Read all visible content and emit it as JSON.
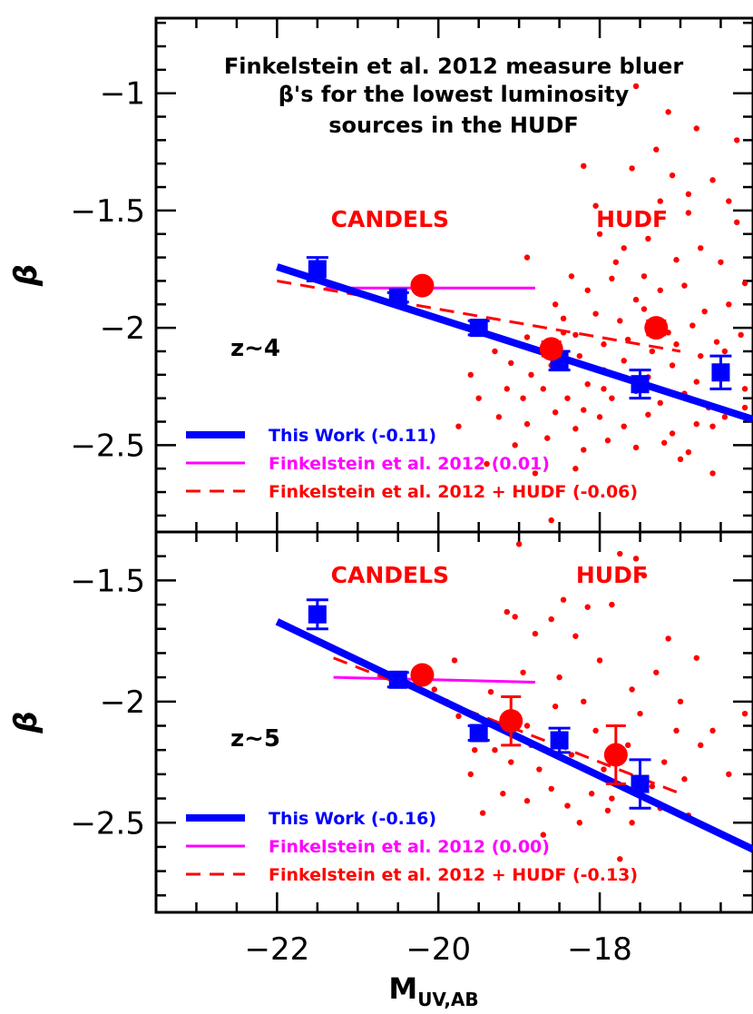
{
  "colors": {
    "this_work": "#0000ff",
    "finkelstein": "#ff00ff",
    "finkelstein_hudf": "#ff0000",
    "points": "#ff0000",
    "axes": "#000000"
  },
  "chart_data": {
    "type": "scatter",
    "shared_x": {
      "label": "M",
      "label_sub": "UV,AB",
      "xlim": [
        -23.5,
        -16.1
      ],
      "ticks": [
        -22,
        -20,
        -18
      ],
      "tick_labels": [
        "−22",
        "−20",
        "−18"
      ]
    },
    "panels": [
      {
        "id": "z4",
        "ylabel": "β",
        "ylim": [
          -2.87,
          -0.68
        ],
        "yticks": [
          -1,
          -1.5,
          -2,
          -2.5
        ],
        "ytick_labels": [
          "−1",
          "−1.5",
          "−2",
          "−2.5"
        ],
        "annotation_lines": [
          "Finkelstein et al. 2012 measure bluer",
          "β's for the lowest luminosity",
          "sources in the HUDF"
        ],
        "region_labels": [
          {
            "text": "CANDELS",
            "x": -20.6,
            "y": -1.57
          },
          {
            "text": "HUDF",
            "x": -17.6,
            "y": -1.57
          }
        ],
        "redshift_label": "z~4",
        "fits": [
          {
            "name": "This Work",
            "slope_label": "(-0.11)",
            "x": [
              -22.0,
              -16.1
            ],
            "y": [
              -1.74,
              -2.39
            ]
          },
          {
            "name": "Finkelstein et al. 2012",
            "slope_label": "(0.01)",
            "x": [
              -21.4,
              -18.8
            ],
            "y": [
              -1.83,
              -1.83
            ]
          },
          {
            "name": "Finkelstein et al. 2012 + HUDF",
            "slope_label": "(-0.06)",
            "x": [
              -22.0,
              -17.0
            ],
            "y": [
              -1.8,
              -2.1
            ]
          }
        ],
        "binned_this_work": [
          {
            "x": -21.5,
            "y": -1.75,
            "err": 0.05
          },
          {
            "x": -20.5,
            "y": -1.87,
            "err": 0.02
          },
          {
            "x": -19.5,
            "y": -2.0,
            "err": 0.03
          },
          {
            "x": -18.5,
            "y": -2.14,
            "err": 0.04
          },
          {
            "x": -17.5,
            "y": -2.24,
            "err": 0.06
          },
          {
            "x": -16.5,
            "y": -2.19,
            "err": 0.07
          }
        ],
        "binned_finkelstein": [
          {
            "x": -20.2,
            "y": -1.82,
            "err": 0.02
          },
          {
            "x": -18.6,
            "y": -2.09,
            "err": 0.03
          },
          {
            "x": -17.3,
            "y": -2.0,
            "err": 0.03
          }
        ],
        "scatter": [
          [
            -17.55,
            -0.97
          ],
          [
            -17.15,
            -1.08
          ],
          [
            -16.8,
            -1.15
          ],
          [
            -17.3,
            -1.24
          ],
          [
            -16.3,
            -1.2
          ],
          [
            -18.2,
            -1.31
          ],
          [
            -16.6,
            -1.37
          ],
          [
            -16.4,
            -1.46
          ],
          [
            -18.05,
            -1.48
          ],
          [
            -17.6,
            -1.32
          ],
          [
            -17.25,
            -1.46
          ],
          [
            -16.9,
            -1.51
          ],
          [
            -18.9,
            -1.7
          ],
          [
            -18.35,
            -1.78
          ],
          [
            -17.7,
            -1.66
          ],
          [
            -17.4,
            -1.62
          ],
          [
            -17.05,
            -1.71
          ],
          [
            -16.75,
            -1.66
          ],
          [
            -16.5,
            -1.72
          ],
          [
            -16.2,
            -1.81
          ],
          [
            -18.15,
            -1.84
          ],
          [
            -17.85,
            -1.79
          ],
          [
            -17.55,
            -1.88
          ],
          [
            -17.25,
            -1.84
          ],
          [
            -16.95,
            -1.82
          ],
          [
            -16.7,
            -1.93
          ],
          [
            -16.4,
            -1.9
          ],
          [
            -18.55,
            -1.9
          ],
          [
            -18.45,
            -1.96
          ],
          [
            -18.05,
            -1.94
          ],
          [
            -17.75,
            -1.97
          ],
          [
            -17.45,
            -1.92
          ],
          [
            -17.15,
            -2.02
          ],
          [
            -16.85,
            -1.99
          ],
          [
            -16.55,
            -2.06
          ],
          [
            -16.25,
            -2.03
          ],
          [
            -18.9,
            -2.04
          ],
          [
            -18.7,
            -2.1
          ],
          [
            -18.3,
            -2.03
          ],
          [
            -17.95,
            -2.07
          ],
          [
            -17.65,
            -2.05
          ],
          [
            -17.35,
            -2.1
          ],
          [
            -17.05,
            -2.07
          ],
          [
            -16.75,
            -2.12
          ],
          [
            -16.45,
            -2.1
          ],
          [
            -19.1,
            -2.15
          ],
          [
            -18.85,
            -2.2
          ],
          [
            -18.6,
            -2.16
          ],
          [
            -18.25,
            -2.12
          ],
          [
            -17.95,
            -2.18
          ],
          [
            -17.7,
            -2.14
          ],
          [
            -17.4,
            -2.21
          ],
          [
            -17.1,
            -2.16
          ],
          [
            -16.8,
            -2.23
          ],
          [
            -16.55,
            -2.18
          ],
          [
            -16.2,
            -2.26
          ],
          [
            -19.3,
            -2.1
          ],
          [
            -19.15,
            -2.26
          ],
          [
            -18.95,
            -2.3
          ],
          [
            -18.7,
            -2.26
          ],
          [
            -18.4,
            -2.3
          ],
          [
            -18.15,
            -2.24
          ],
          [
            -17.85,
            -2.3
          ],
          [
            -17.55,
            -2.27
          ],
          [
            -17.25,
            -2.32
          ],
          [
            -16.95,
            -2.28
          ],
          [
            -16.65,
            -2.34
          ],
          [
            -19.25,
            -2.38
          ],
          [
            -18.9,
            -2.41
          ],
          [
            -18.55,
            -2.36
          ],
          [
            -18.3,
            -2.43
          ],
          [
            -18.0,
            -2.38
          ],
          [
            -17.7,
            -2.42
          ],
          [
            -17.4,
            -2.37
          ],
          [
            -17.1,
            -2.45
          ],
          [
            -16.8,
            -2.41
          ],
          [
            -16.45,
            -2.38
          ],
          [
            -19.05,
            -2.5
          ],
          [
            -18.65,
            -2.47
          ],
          [
            -18.2,
            -2.52
          ],
          [
            -17.9,
            -2.48
          ],
          [
            -17.55,
            -2.51
          ],
          [
            -17.2,
            -2.49
          ],
          [
            -16.9,
            -2.53
          ],
          [
            -19.4,
            -2.58
          ],
          [
            -18.8,
            -2.62
          ],
          [
            -18.3,
            -2.6
          ],
          [
            -17.0,
            -2.56
          ],
          [
            -16.6,
            -2.62
          ],
          [
            -19.6,
            -2.2
          ],
          [
            -19.5,
            -2.3
          ],
          [
            -19.75,
            -2.42
          ],
          [
            -18.45,
            -2.02
          ],
          [
            -17.45,
            -1.78
          ],
          [
            -16.2,
            -2.34
          ],
          [
            -16.6,
            -2.42
          ],
          [
            -18.6,
            -2.82
          ],
          [
            -17.1,
            -1.35
          ],
          [
            -16.9,
            -1.43
          ],
          [
            -18.0,
            -1.6
          ],
          [
            -17.8,
            -1.72
          ],
          [
            -16.3,
            -1.55
          ],
          [
            -17.95,
            -2.26
          ],
          [
            -18.2,
            -2.35
          ]
        ],
        "legend": {
          "placement": "bottom-left",
          "entries": [
            {
              "label": "This Work (-0.11)",
              "style": "thick-solid",
              "color": "#0000ff"
            },
            {
              "label": "Finkelstein et al. 2012 (0.01)",
              "style": "thin-solid",
              "color": "#ff00ff"
            },
            {
              "label": "Finkelstein et al. 2012 + HUDF (-0.06)",
              "style": "dashed",
              "color": "#ff0000"
            }
          ]
        }
      },
      {
        "id": "z5",
        "ylabel": "β",
        "ylim": [
          -2.87,
          -1.3
        ],
        "yticks": [
          -1.5,
          -2,
          -2.5
        ],
        "ytick_labels": [
          "−1.5",
          "−2",
          "−2.5"
        ],
        "region_labels": [
          {
            "text": "CANDELS",
            "x": -20.6,
            "y": -1.51
          },
          {
            "text": "HUDF",
            "x": -17.85,
            "y": -1.51
          }
        ],
        "redshift_label": "z~5",
        "fits": [
          {
            "name": "This Work",
            "slope_label": "(-0.16)",
            "x": [
              -22.0,
              -16.1
            ],
            "y": [
              -1.67,
              -2.61
            ]
          },
          {
            "name": "Finkelstein et al. 2012",
            "slope_label": "(0.00)",
            "x": [
              -21.3,
              -18.8
            ],
            "y": [
              -1.9,
              -1.92
            ]
          },
          {
            "name": "Finkelstein et al. 2012 + HUDF",
            "slope_label": "(-0.13)",
            "x": [
              -21.3,
              -17.0
            ],
            "y": [
              -1.82,
              -2.38
            ]
          }
        ],
        "binned_this_work": [
          {
            "x": -21.5,
            "y": -1.64,
            "err": 0.06
          },
          {
            "x": -20.5,
            "y": -1.91,
            "err": 0.03
          },
          {
            "x": -19.5,
            "y": -2.13,
            "err": 0.03
          },
          {
            "x": -18.5,
            "y": -2.16,
            "err": 0.05
          },
          {
            "x": -17.5,
            "y": -2.34,
            "err": 0.1
          }
        ],
        "binned_finkelstein": [
          {
            "x": -20.2,
            "y": -1.89,
            "err": 0.02
          },
          {
            "x": -19.1,
            "y": -2.08,
            "err": 0.1
          },
          {
            "x": -17.8,
            "y": -2.22,
            "err": 0.12
          }
        ],
        "scatter": [
          [
            -19.8,
            -1.83
          ],
          [
            -19.75,
            -2.06
          ],
          [
            -19.5,
            -2.11
          ],
          [
            -19.35,
            -1.96
          ],
          [
            -19.15,
            -1.63
          ],
          [
            -19.05,
            -1.65
          ],
          [
            -18.95,
            -1.88
          ],
          [
            -18.8,
            -1.72
          ],
          [
            -18.6,
            -1.66
          ],
          [
            -18.45,
            -1.58
          ],
          [
            -18.3,
            -1.73
          ],
          [
            -18.15,
            -1.61
          ],
          [
            -18.0,
            -1.83
          ],
          [
            -17.85,
            -1.6
          ],
          [
            -17.75,
            -1.39
          ],
          [
            -17.55,
            -1.41
          ],
          [
            -17.45,
            -1.48
          ],
          [
            -17.3,
            -1.88
          ],
          [
            -17.15,
            -1.74
          ],
          [
            -17.0,
            -2.0
          ],
          [
            -16.8,
            -1.82
          ],
          [
            -16.6,
            -2.12
          ],
          [
            -16.4,
            -2.3
          ],
          [
            -16.2,
            -2.05
          ],
          [
            -19.3,
            -2.2
          ],
          [
            -19.1,
            -2.25
          ],
          [
            -18.9,
            -2.1
          ],
          [
            -18.75,
            -2.28
          ],
          [
            -18.55,
            -2.02
          ],
          [
            -18.35,
            -2.22
          ],
          [
            -18.2,
            -2.0
          ],
          [
            -18.05,
            -2.12
          ],
          [
            -17.95,
            -2.28
          ],
          [
            -17.65,
            -2.18
          ],
          [
            -17.5,
            -2.05
          ],
          [
            -17.35,
            -2.35
          ],
          [
            -17.2,
            -2.25
          ],
          [
            -16.95,
            -2.32
          ],
          [
            -16.75,
            -2.18
          ],
          [
            -19.6,
            -2.3
          ],
          [
            -19.2,
            -2.38
          ],
          [
            -18.9,
            -2.41
          ],
          [
            -18.6,
            -2.36
          ],
          [
            -18.4,
            -2.43
          ],
          [
            -18.1,
            -2.38
          ],
          [
            -17.85,
            -2.4
          ],
          [
            -17.6,
            -2.5
          ],
          [
            -17.25,
            -2.44
          ],
          [
            -19.45,
            -2.46
          ],
          [
            -18.7,
            -2.55
          ],
          [
            -18.25,
            -2.5
          ],
          [
            -17.75,
            -2.65
          ],
          [
            -16.9,
            -2.47
          ],
          [
            -20.05,
            -1.95
          ],
          [
            -19.9,
            -2.0
          ],
          [
            -19.0,
            -1.35
          ],
          [
            -18.5,
            -1.9
          ],
          [
            -17.05,
            -2.12
          ],
          [
            -17.6,
            -1.95
          ],
          [
            -18.85,
            -2.18
          ],
          [
            -19.55,
            -2.2
          ],
          [
            -17.9,
            -2.45
          ]
        ],
        "legend": {
          "placement": "bottom-left",
          "entries": [
            {
              "label": "This Work (-0.16)",
              "style": "thick-solid",
              "color": "#0000ff"
            },
            {
              "label": "Finkelstein et al. 2012 (0.00)",
              "style": "thin-solid",
              "color": "#ff00ff"
            },
            {
              "label": "Finkelstein et al. 2012 + HUDF (-0.13)",
              "style": "dashed",
              "color": "#ff0000"
            }
          ]
        }
      }
    ]
  }
}
